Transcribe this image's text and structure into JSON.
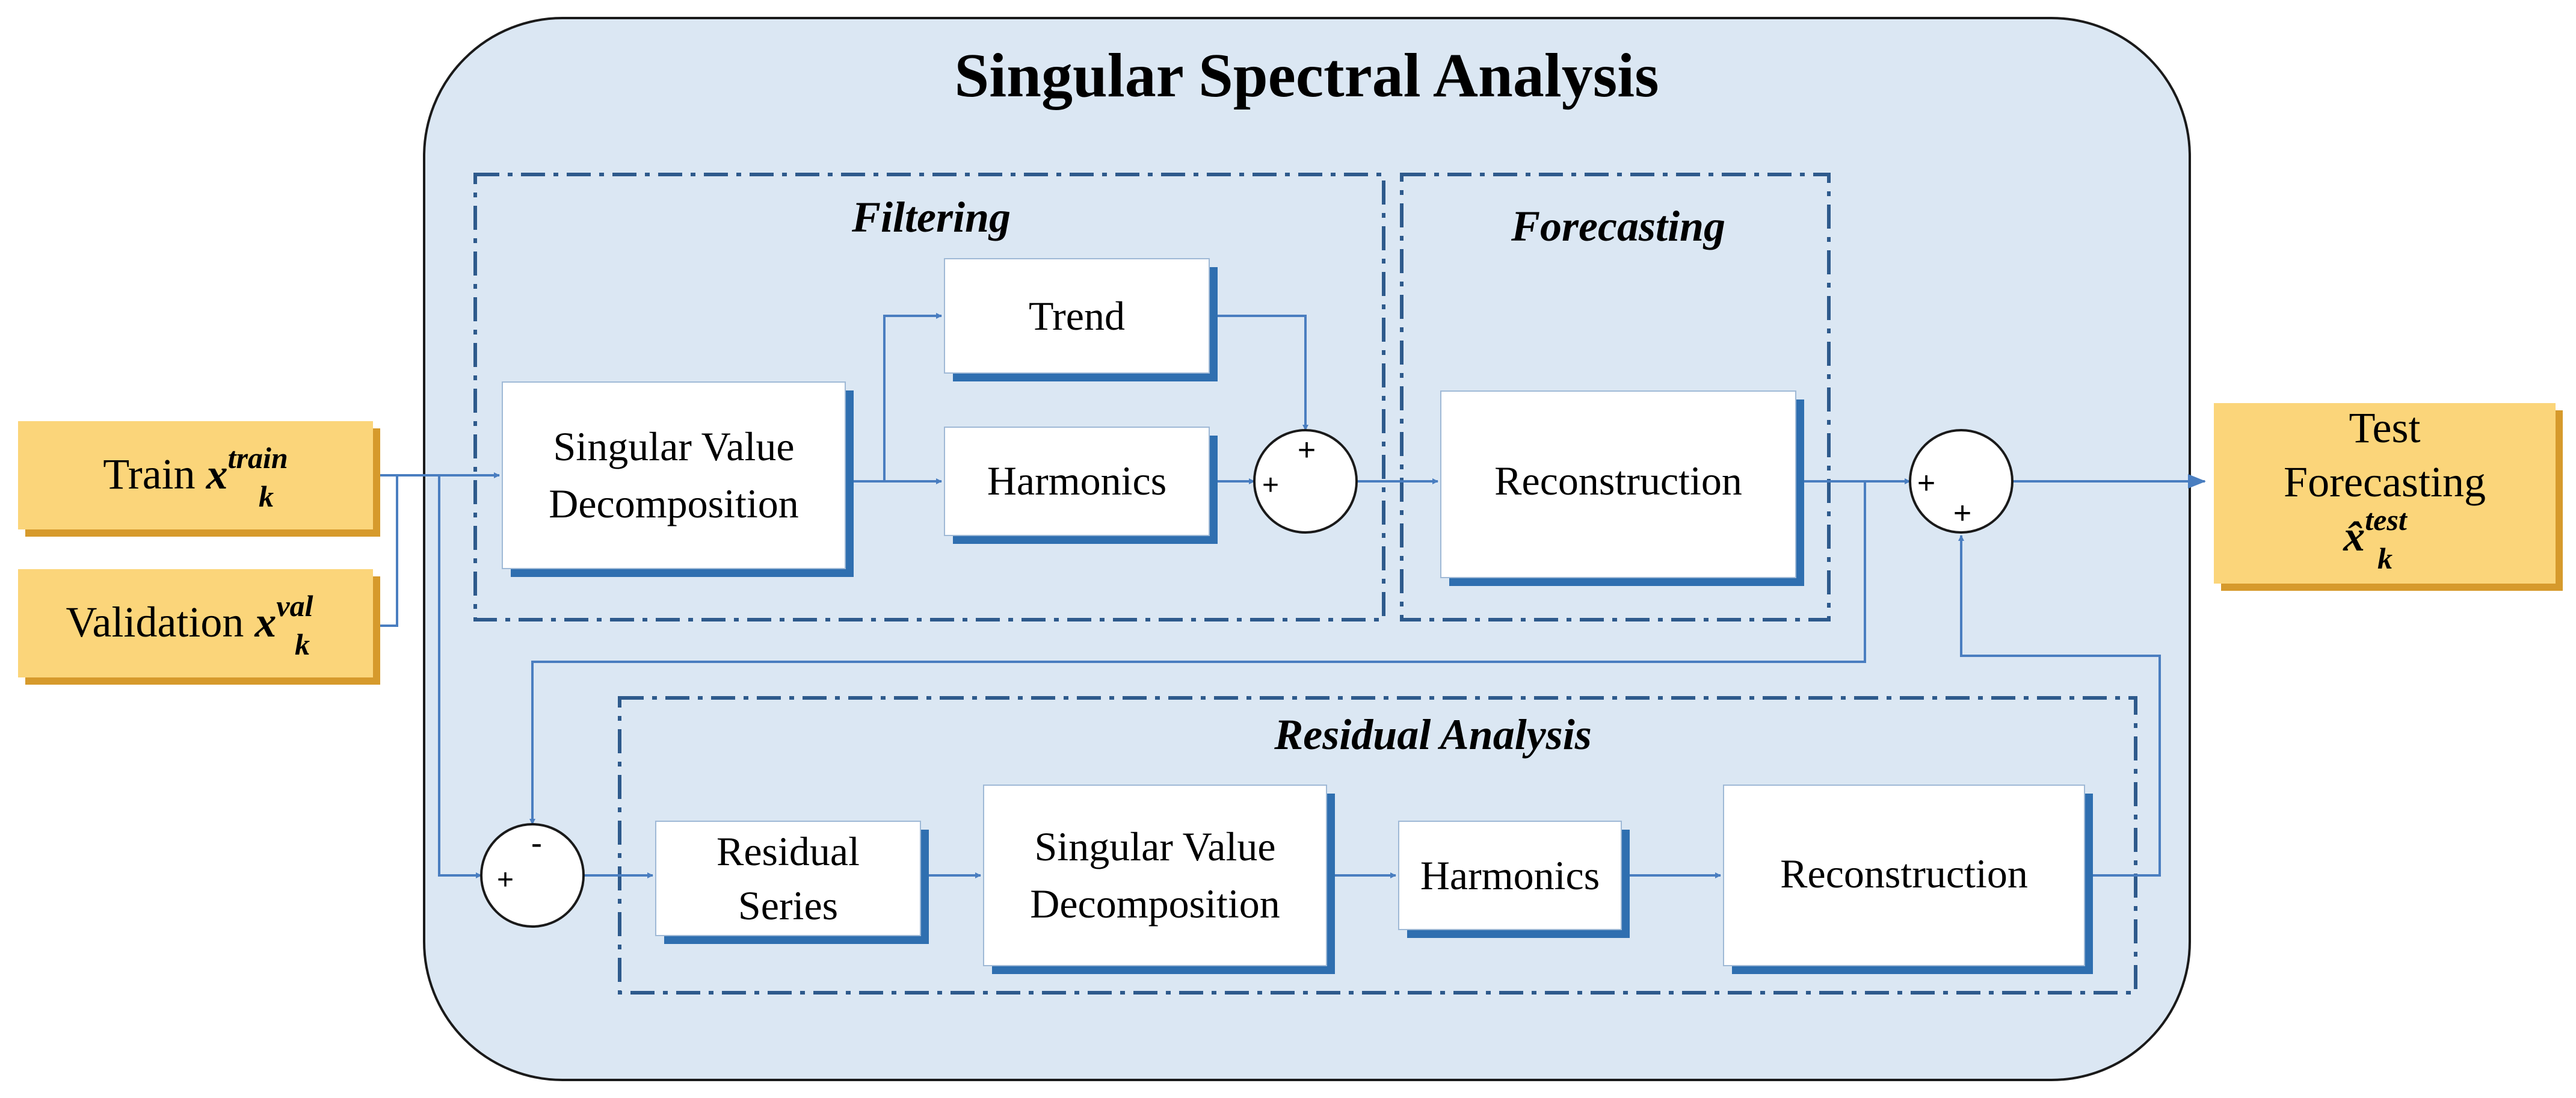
{
  "title": "Singular Spectral Analysis",
  "colors": {
    "panel_fill": "#dbe7f3",
    "panel_stroke": "#1a1a1a",
    "group_stroke": "#2e5a8c",
    "arrow": "#4a7ec0",
    "box_shadow": "#2f6fb0",
    "io_fill": "#fbd57a",
    "io_shadow": "#d69a2c"
  },
  "inputs": {
    "train": {
      "label": "Train ",
      "var": "x",
      "sub": "k",
      "sup": "train"
    },
    "validation": {
      "label": "Validation ",
      "var": "x",
      "sub": "k",
      "sup": "val"
    }
  },
  "output": {
    "line1": "Test",
    "line2": "Forecasting",
    "var": "x̂",
    "sub": "k",
    "sup": "test"
  },
  "groups": {
    "filtering": "Filtering",
    "forecasting": "Forecasting",
    "residual": "Residual Analysis"
  },
  "blocks": {
    "svd_top": [
      "Singular Value",
      "Decomposition"
    ],
    "trend": "Trend",
    "harmonics_top": "Harmonics",
    "reconstruction_top": "Reconstruction",
    "residual_series": [
      "Residual",
      "Series"
    ],
    "svd_bottom": [
      "Singular Value",
      "Decomposition"
    ],
    "harmonics_bottom": "Harmonics",
    "reconstruction_bottom": "Reconstruction"
  },
  "junctions": {
    "sum_filter": {
      "top": "+",
      "left": "+"
    },
    "sum_output": {
      "left": "+",
      "bottom": "+"
    },
    "diff_residual": {
      "top": "-",
      "left": "+"
    }
  }
}
